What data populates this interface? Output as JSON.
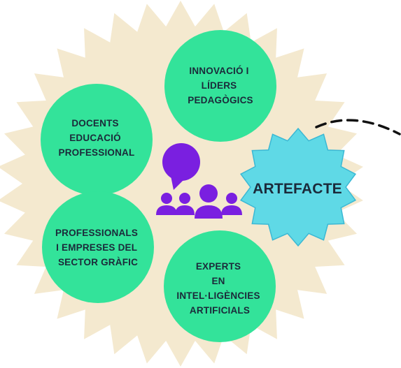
{
  "colors": {
    "starburst": "#f4e9cf",
    "circle": "#33e39a",
    "artefact_fill": "#5fd9e6",
    "artefact_stroke": "#3bb8d4",
    "text": "#1b2a3a",
    "icon": "#7a1fe0",
    "dashed_line": "#111111"
  },
  "nodes": [
    {
      "id": "innovacio",
      "lines": [
        "INNOVACIÓ I",
        "LÍDERS",
        "PEDAGÒGICS"
      ]
    },
    {
      "id": "docents",
      "lines": [
        "DOCENTS",
        "EDUCACIÓ",
        "PROFESSIONAL"
      ]
    },
    {
      "id": "professionals",
      "lines": [
        "PROFESSIONALS",
        "I EMPRESES DEL",
        "SECTOR GRÀFIC"
      ]
    },
    {
      "id": "experts",
      "lines": [
        "EXPERTS",
        "EN",
        "INTEL·LIGÈNCIES",
        "ARTIFICIALS"
      ]
    }
  ],
  "artefact": {
    "label": "ARTEFACTE"
  },
  "icon": {
    "name": "group-chat-icon"
  }
}
